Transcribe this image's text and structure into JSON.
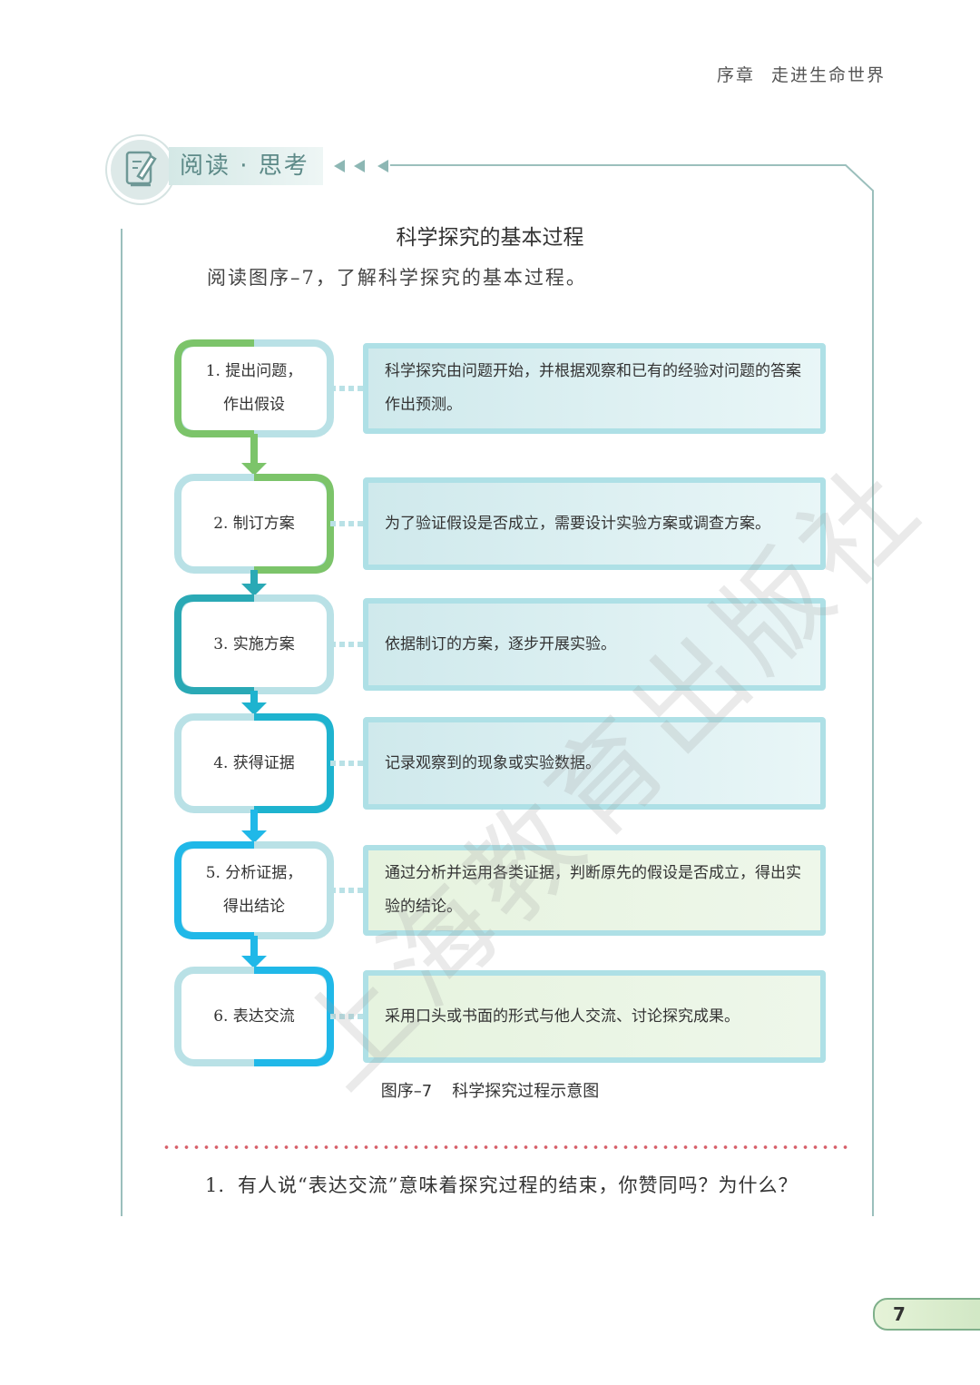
{
  "header": {
    "chapter": "序章",
    "title": "走进生命世界"
  },
  "banner": {
    "label": "阅读 · 思考",
    "icon": "pencil-notebook-icon"
  },
  "section": {
    "title": "科学探究的基本过程",
    "intro": "阅读图序–7，了解科学探究的基本过程。"
  },
  "flow": {
    "steps": [
      {
        "line1": "1. 提出问题，",
        "line2": "作出假设",
        "desc": "科学探究由问题开始，并根据观察和已有的经验对问题的答案作出预测。"
      },
      {
        "line1": "2. 制订方案",
        "line2": "",
        "desc": "为了验证假设是否成立，需要设计实验方案或调查方案。"
      },
      {
        "line1": "3. 实施方案",
        "line2": "",
        "desc": "依据制订的方案，逐步开展实验。"
      },
      {
        "line1": "4. 获得证据",
        "line2": "",
        "desc": "记录观察到的现象或实验数据。"
      },
      {
        "line1": "5. 分析证据，",
        "line2": "得出结论",
        "desc": "通过分析并运用各类证据，判断原先的假设是否成立，得出实验的结论。"
      },
      {
        "line1": "6. 表达交流",
        "line2": "",
        "desc": "采用口头或书面的形式与他人交流、讨论探究成果。"
      }
    ],
    "colors": [
      "#7cc46a",
      "#7cc46a",
      "#2aa9b5",
      "#1eb3cf",
      "#20b8e8",
      "#20b8e8"
    ]
  },
  "caption": {
    "number": "图序–7",
    "text": "科学探究过程示意图"
  },
  "question": {
    "number": "1.",
    "text": "有人说“表达交流”意味着探究过程的结束，你赞同吗？为什么？"
  },
  "watermark": "上海教育出版社",
  "page_number": "7"
}
